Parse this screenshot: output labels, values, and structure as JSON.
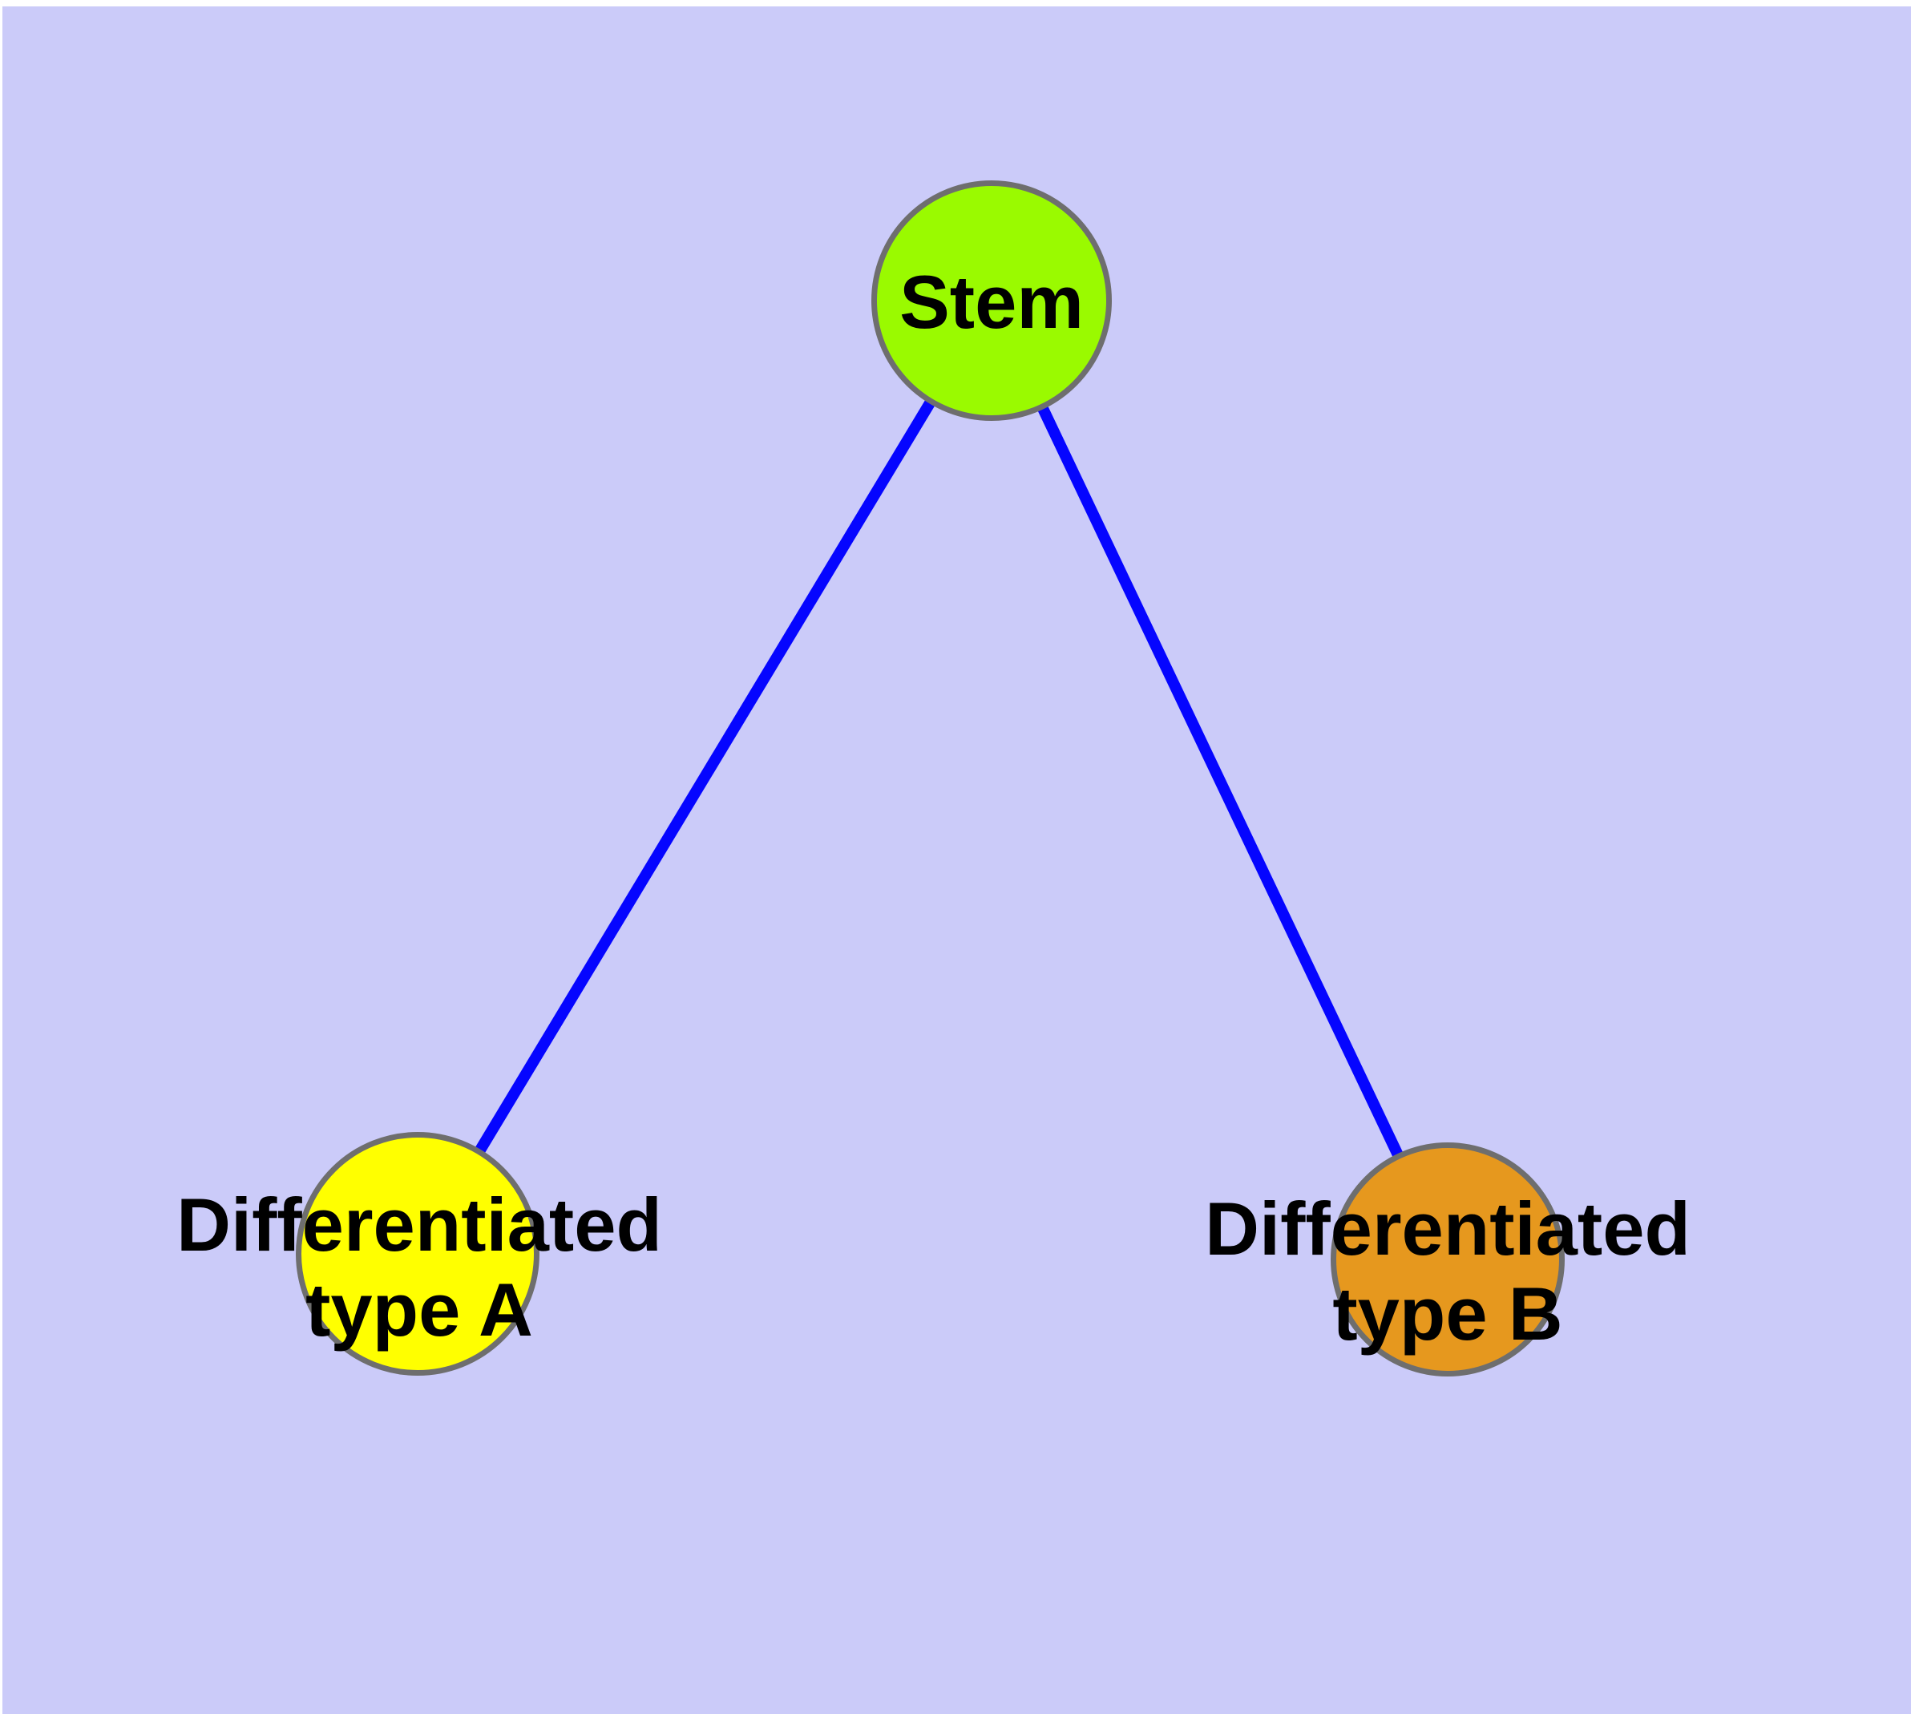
{
  "diagram": {
    "background_color": "#CBCBF9",
    "edge_color": "#0505FF",
    "node_border_color": "#6E6E6E",
    "text_color": "#000000",
    "nodes": [
      {
        "id": "stem",
        "label": "Stem",
        "label_lines": [
          "Stem"
        ],
        "fill": "#9AFA00"
      },
      {
        "id": "differentiated-type-a",
        "label": "Differentiated type A",
        "label_lines": [
          "Differentiated",
          "type A"
        ],
        "fill": "#FFFF00"
      },
      {
        "id": "differentiated-type-b",
        "label": "Differentiated type B",
        "label_lines": [
          "Differentiated",
          "type B"
        ],
        "fill": "#E6981E"
      }
    ],
    "edges": [
      {
        "from": "stem",
        "to": "differentiated-type-a"
      },
      {
        "from": "stem",
        "to": "differentiated-type-b"
      }
    ]
  }
}
